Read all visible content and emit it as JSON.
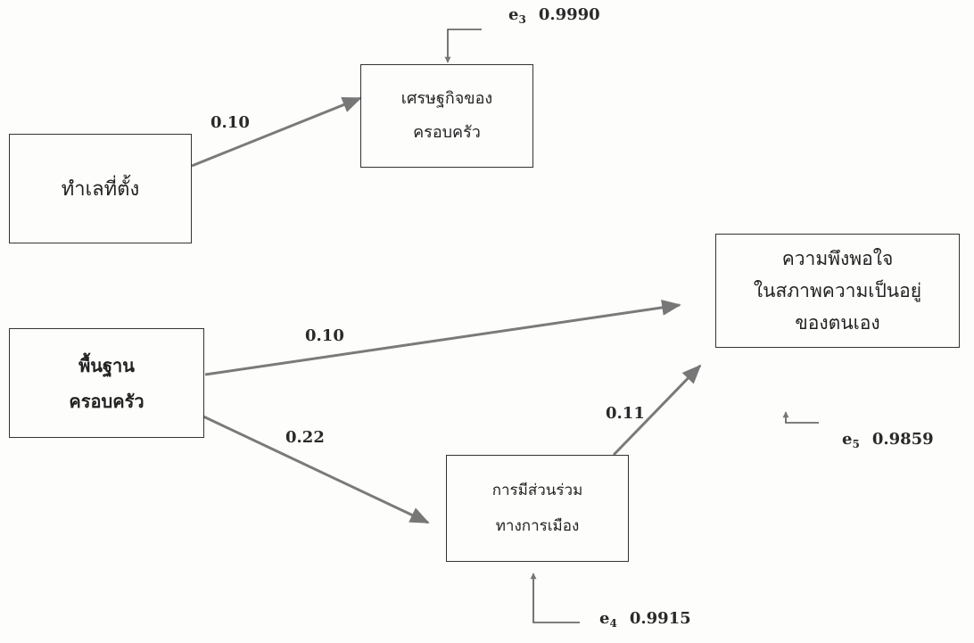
{
  "nodes": {
    "location": {
      "lines": [
        "ทำเลที่ตั้ง"
      ]
    },
    "family_economy": {
      "lines": [
        "เศรษฐกิจของ",
        "ครอบครัว"
      ]
    },
    "family_background": {
      "lines": [
        "พื้นฐาน",
        "ครอบครัว"
      ]
    },
    "satisfaction": {
      "lines": [
        "ความพึงพอใจ",
        "ในสภาพความเป็นอยู่",
        "ของตนเอง"
      ]
    },
    "participation": {
      "lines": [
        "การมีส่วนร่วม",
        "ทางการเมือง"
      ]
    }
  },
  "paths": {
    "location_to_economy": "0.10",
    "background_to_satisfaction": "0.10",
    "background_to_participation": "0.22",
    "participation_to_satisfaction": "0.11"
  },
  "errors": {
    "e3": {
      "symbol": "e",
      "index": "3",
      "value": "0.9990"
    },
    "e4": {
      "symbol": "e",
      "index": "4",
      "value": "0.9915"
    },
    "e5": {
      "symbol": "e",
      "index": "5",
      "value": "0.9859"
    }
  },
  "colors": {
    "arrow": "#7a7a7a",
    "border": "#333333",
    "text": "#222222"
  }
}
